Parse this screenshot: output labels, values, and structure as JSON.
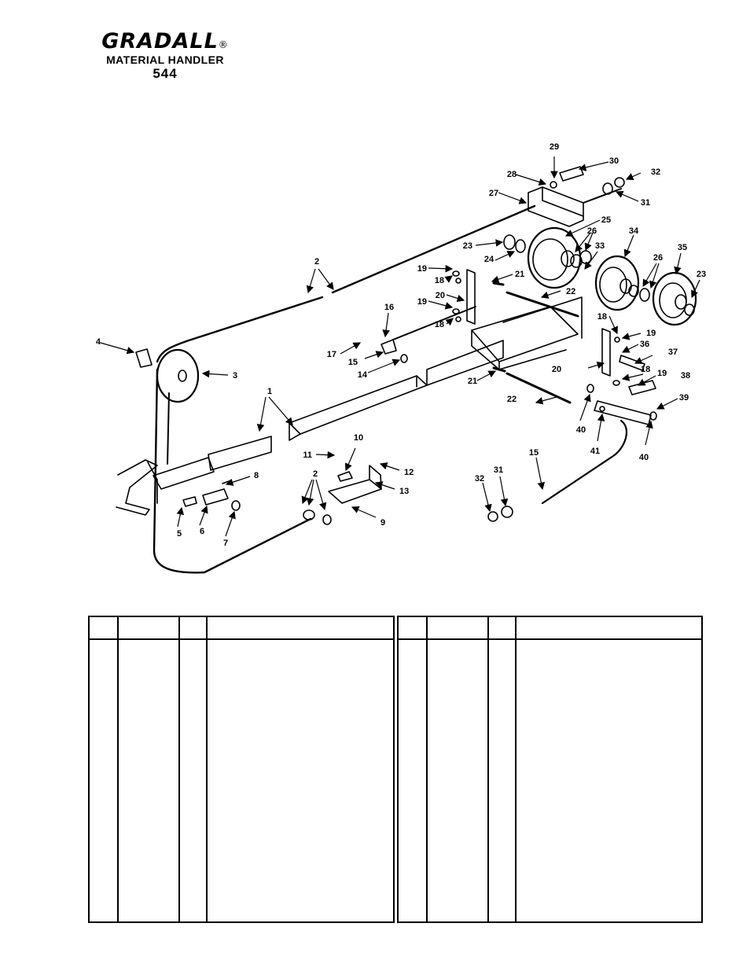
{
  "header": {
    "brand": "GRADALL",
    "registered": "®",
    "model_line": "MATERIAL HANDLER",
    "model_number": "544"
  },
  "diagram": {
    "callouts": [
      "1",
      "2",
      "3",
      "4",
      "5",
      "6",
      "7",
      "8",
      "9",
      "10",
      "11",
      "12",
      "13",
      "14",
      "15",
      "16",
      "17",
      "18",
      "19",
      "20",
      "21",
      "22",
      "23",
      "24",
      "25",
      "26",
      "27",
      "28",
      "29",
      "30",
      "31",
      "32",
      "33",
      "34",
      "35",
      "36",
      "37",
      "38",
      "39",
      "40",
      "41"
    ]
  },
  "parts_table": {
    "left_header": [
      "",
      "",
      "",
      ""
    ],
    "right_header": [
      "",
      "",
      "",
      ""
    ],
    "rows": []
  },
  "colors": {
    "ink": "#000000",
    "paper": "#ffffff"
  }
}
